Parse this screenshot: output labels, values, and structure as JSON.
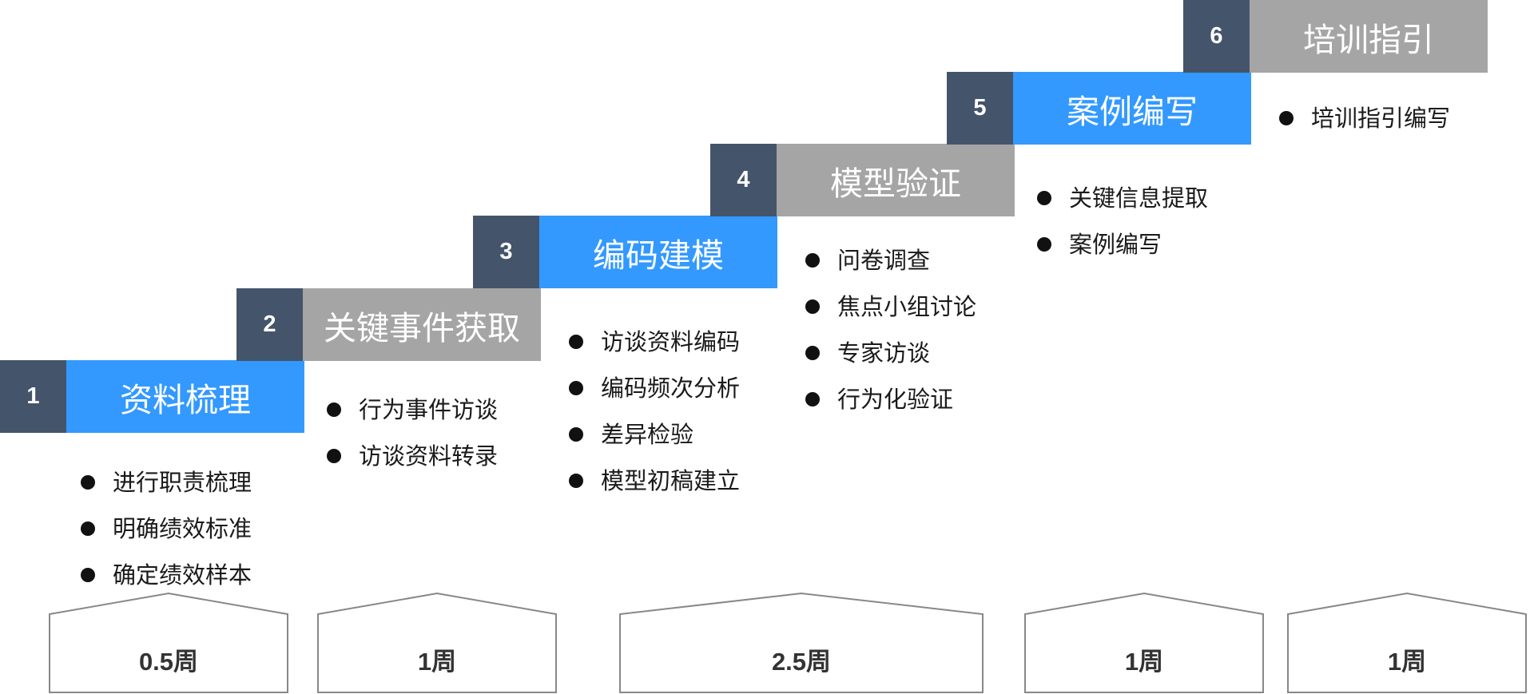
{
  "steps": [
    {
      "number": "1",
      "title": "资料梳理",
      "color": "#3399ff",
      "bullets": [
        "进行职责梳理",
        "明确绩效标准",
        "确定绩效样本"
      ]
    },
    {
      "number": "2",
      "title": "关键事件获取",
      "color": "#a5a5a5",
      "bullets": [
        "行为事件访谈",
        "访谈资料转录"
      ]
    },
    {
      "number": "3",
      "title": "编码建模",
      "color": "#3399ff",
      "bullets": [
        "访谈资料编码",
        "编码频次分析",
        "差异检验",
        "模型初稿建立"
      ]
    },
    {
      "number": "4",
      "title": "模型验证",
      "color": "#a5a5a5",
      "bullets": [
        "问卷调查",
        "焦点小组讨论",
        "专家访谈",
        "行为化验证"
      ]
    },
    {
      "number": "5",
      "title": "案例编写",
      "color": "#3399ff",
      "bullets": [
        "关键信息提取",
        "案例编写"
      ]
    },
    {
      "number": "6",
      "title": "培训指引",
      "color": "#a5a5a5",
      "bullets": [
        "培训指引编写"
      ]
    }
  ],
  "durations": [
    "0.5周",
    "1周",
    "2.5周",
    "1周",
    "1周"
  ],
  "colors": {
    "number_box": "#44546a",
    "blue": "#3399ff",
    "gray": "#a5a5a5",
    "duration_outline": "#888888"
  }
}
